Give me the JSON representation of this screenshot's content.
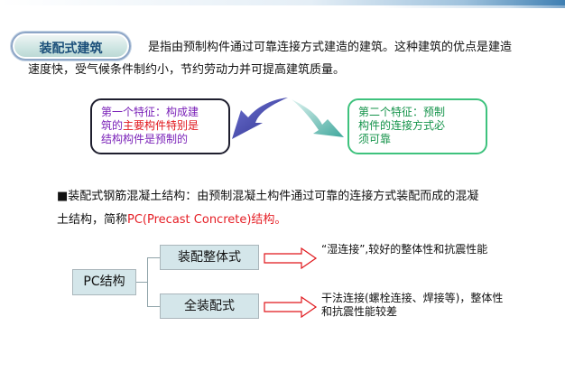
{
  "title_pill": "装配式建筑",
  "intro": {
    "line1": "是指由预制构件通过可靠连接方式建造的建筑。这种建筑的优点是建造",
    "line2": "速度快，受气候条件制约小，节约劳动力并可提高建筑质量。"
  },
  "feature1": {
    "line1": "第一个特征：构成建",
    "line2_pre": "筑的",
    "line2_hl": "主要构件特别是",
    "line3": "结构构件是预制的"
  },
  "feature2": {
    "line1": "第二个特征：预制",
    "line2": "构件的连接方式必",
    "line3": "须可靠"
  },
  "section": {
    "line1": "■装配式钢筋混凝土结构：由预制混凝土构件通过可靠的连接方式装配而成的混凝",
    "line2_pre": "土结构，简称",
    "line2_hl": "PC(Precast Concrete)结构。"
  },
  "diagram": {
    "root": "PC结构",
    "branches": [
      {
        "label": "装配整体式",
        "desc": [
          "“湿连接”,较好的整体性和抗震性能"
        ]
      },
      {
        "label": "全装配式",
        "desc": [
          "干法连接(螺栓连接、焊接等)，整体性",
          "和抗震性能较差"
        ]
      }
    ]
  },
  "colors": {
    "arrow_left": "#3b3fa8",
    "arrow_right": "#4fb3a9",
    "hollow_arrow": "#e0161b",
    "highlight_red": "#e51e25",
    "node_fill": "#d4e6ea"
  }
}
